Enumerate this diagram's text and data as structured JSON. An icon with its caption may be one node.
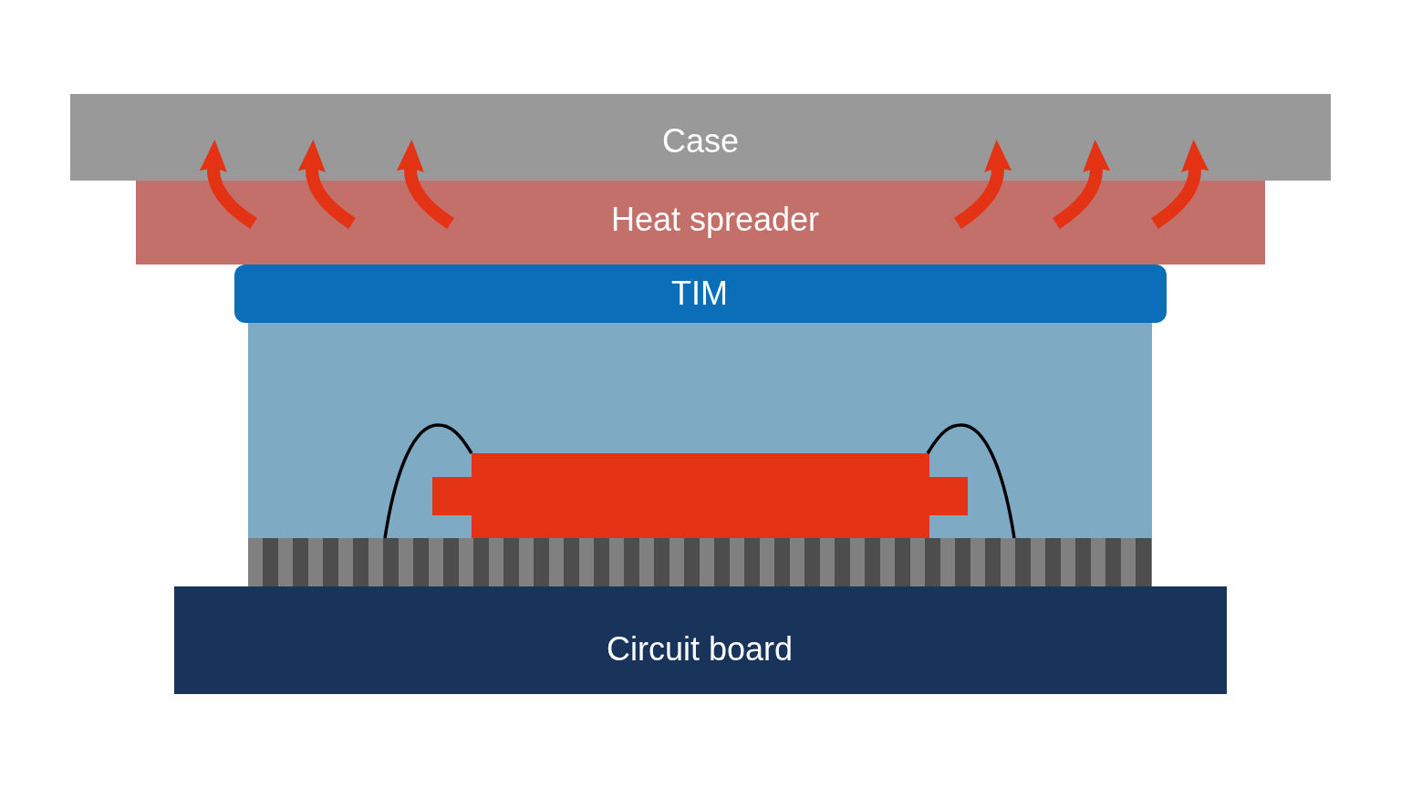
{
  "diagram": {
    "nodes": [
      {
        "text": [
          "Case"
        ]
      },
      {
        "text": [
          "Heat spreader"
        ]
      },
      {
        "text": [
          "TIM"
        ]
      },
      {
        "text": [],
        "shape": "box"
      },
      {
        "text": [],
        "shape": "box",
        "in": 3
      },
      {
        "text": [],
        "shape": "bar"
      },
      {
        "text": [
          "Circuit board"
        ]
      }
    ],
    "edges": [
      {
        "from": 1,
        "to": 0,
        "arrow": "to"
      },
      {
        "from": 1,
        "to": 0,
        "arrow": "to"
      },
      {
        "from": 1,
        "to": 0,
        "arrow": "to"
      },
      {
        "from": 1,
        "to": 0,
        "arrow": "to"
      },
      {
        "from": 1,
        "to": 0,
        "arrow": "to"
      },
      {
        "from": 1,
        "to": 0,
        "arrow": "to"
      },
      {
        "from": 4,
        "to": 5,
        "arrow": "none",
        "color": "#000000"
      },
      {
        "from": 4,
        "to": 5,
        "arrow": "none",
        "color": "#000000"
      }
    ]
  }
}
